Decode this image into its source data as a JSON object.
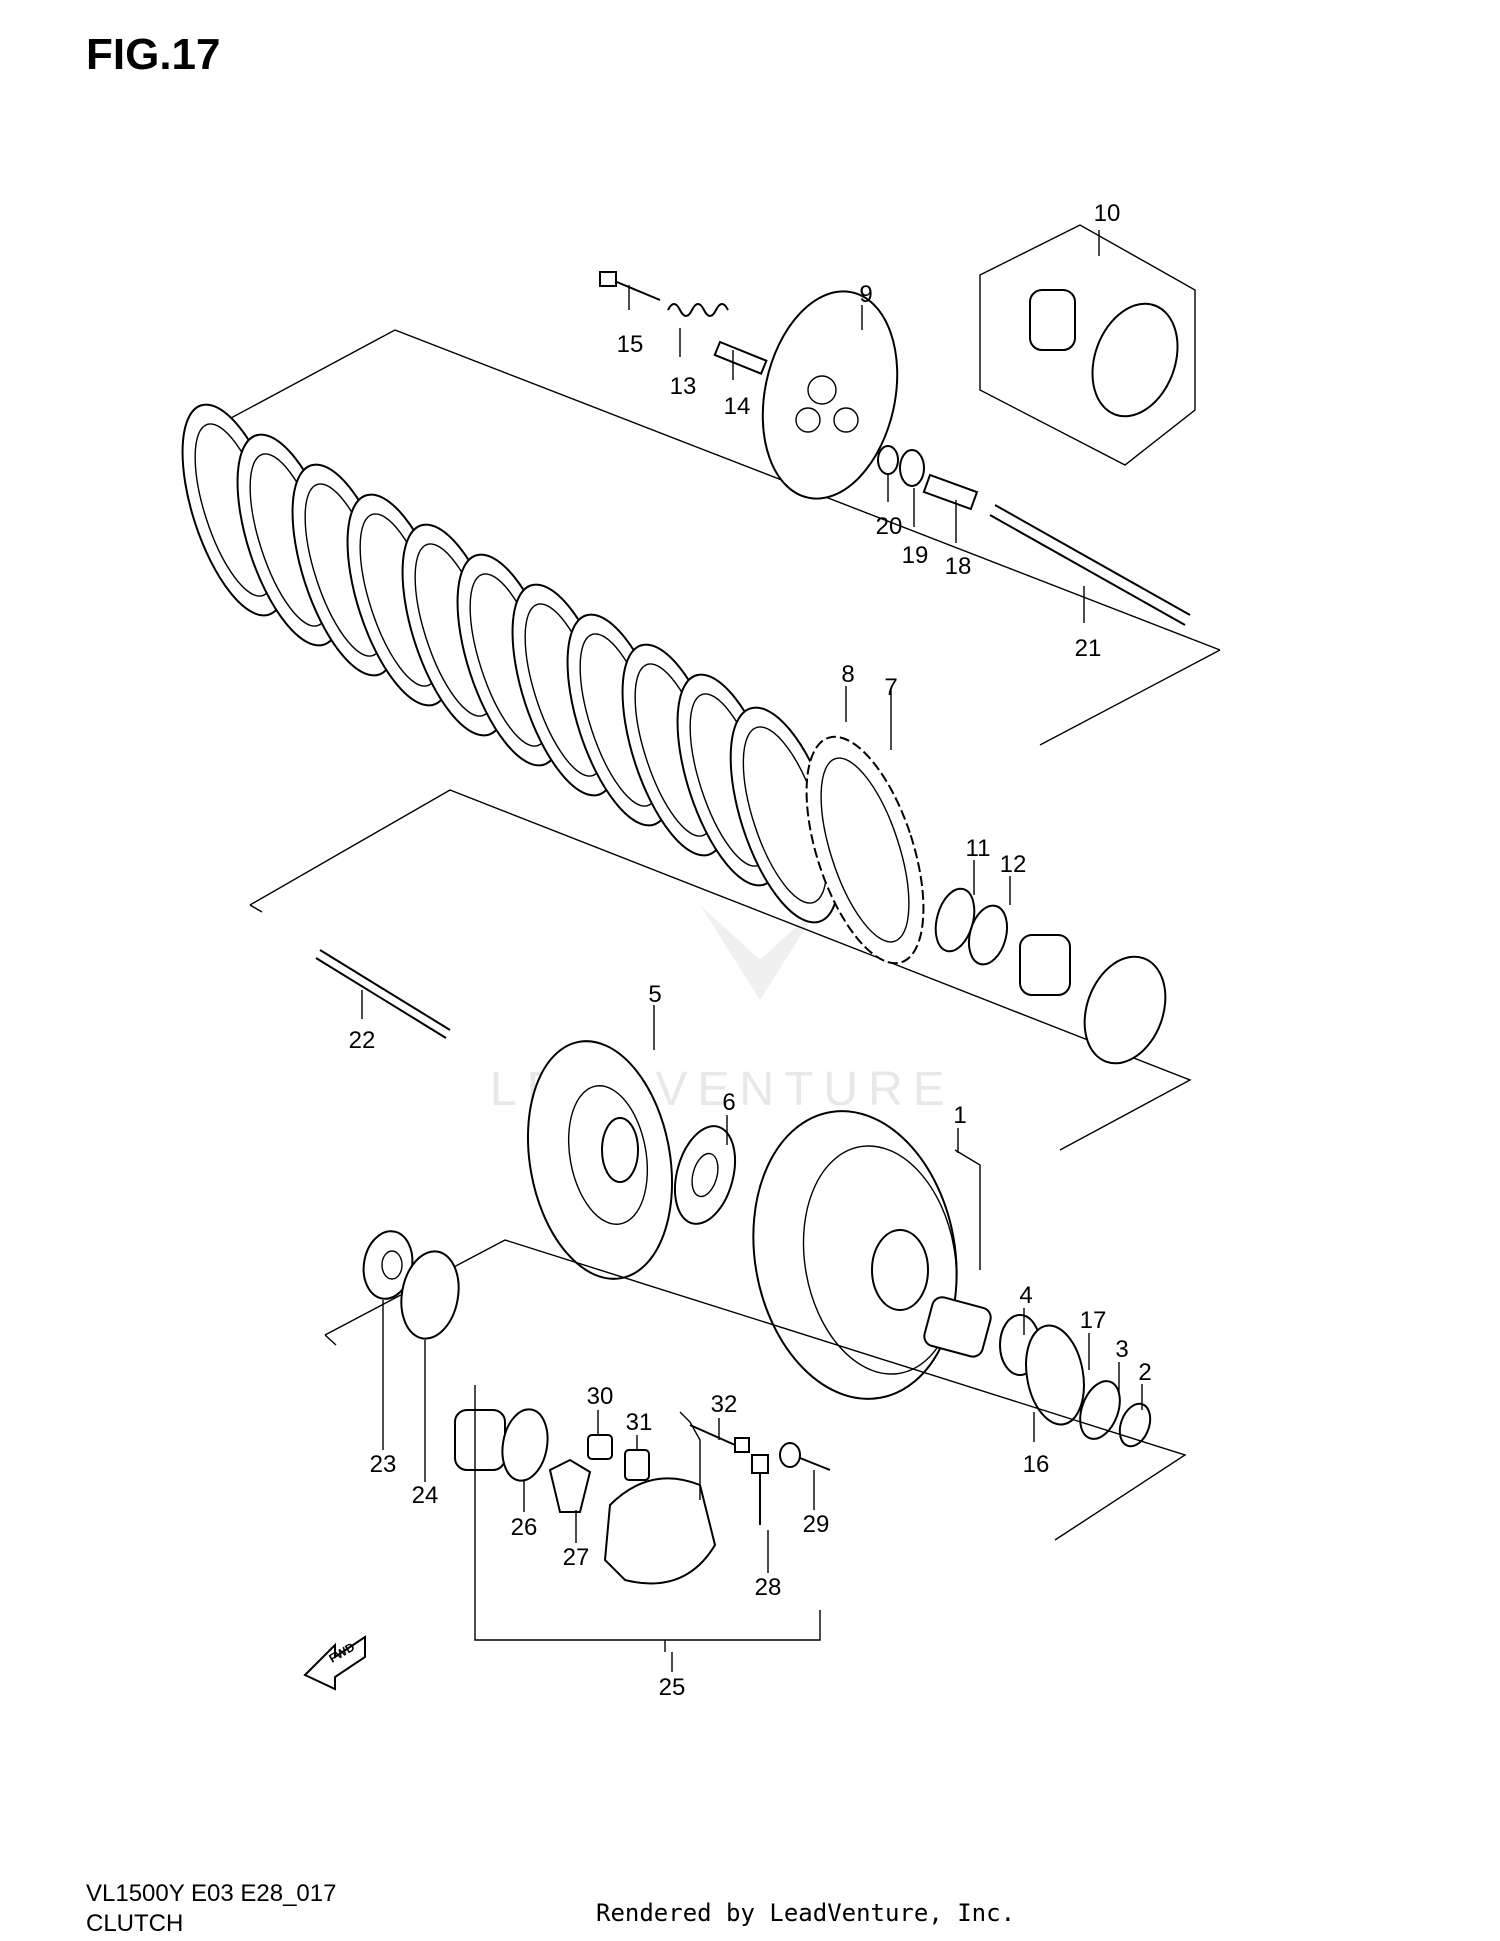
{
  "figure": {
    "title": "FIG.17"
  },
  "footer": {
    "model": "VL1500Y E03 E28_017",
    "section": "CLUTCH",
    "rendered_by": "Rendered by LeadVenture, Inc."
  },
  "watermark": {
    "text": "LEADVENTURE"
  },
  "icons": {
    "direction_arrow": "fwd-arrow-icon",
    "direction_arrow_label": "FWD"
  },
  "callouts": {
    "c1": "1",
    "c2": "2",
    "c3": "3",
    "c4": "4",
    "c5": "5",
    "c6": "6",
    "c7": "7",
    "c8": "8",
    "c9": "9",
    "c10": "10",
    "c11": "11",
    "c12": "12",
    "c13": "13",
    "c14": "14",
    "c15": "15",
    "c16": "16",
    "c17": "17",
    "c18": "18",
    "c19": "19",
    "c20": "20",
    "c21": "21",
    "c22": "22",
    "c23": "23",
    "c24": "24",
    "c25": "25",
    "c26": "26",
    "c27": "27",
    "c28": "28",
    "c29": "29",
    "c30": "30",
    "c31": "31",
    "c32": "32"
  }
}
